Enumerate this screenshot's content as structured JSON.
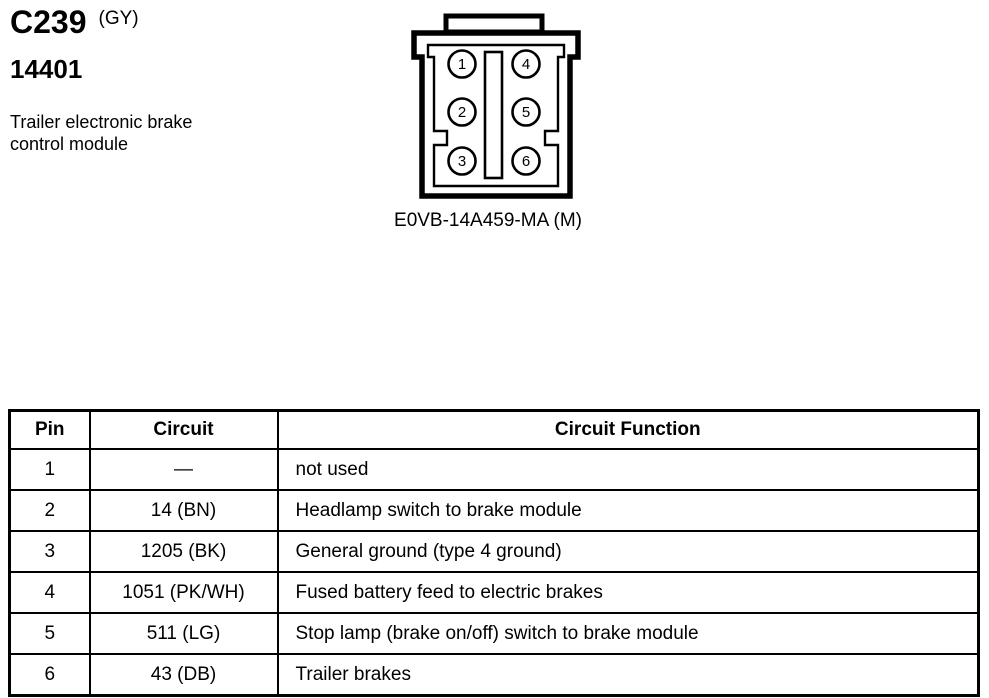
{
  "document": {
    "connector_id": "C239",
    "connector_color": "(GY)",
    "part_number": "14401",
    "description": [
      "Trailer electronic brake",
      "control module"
    ],
    "connector_face_label": "E0VB-14A459-MA (M)",
    "pin_labels": [
      "1",
      "2",
      "3",
      "4",
      "5",
      "6"
    ]
  },
  "colors": {
    "ink": "#000000",
    "paper": "#ffffff"
  },
  "table": {
    "headers": [
      "Pin",
      "Circuit",
      "Circuit Function"
    ],
    "rows": [
      [
        "1",
        "—",
        "not used"
      ],
      [
        "2",
        "14 (BN)",
        "Headlamp switch to brake module"
      ],
      [
        "3",
        "1205 (BK)",
        "General ground (type 4 ground)"
      ],
      [
        "4",
        "1051 (PK/WH)",
        "Fused battery feed to electric brakes"
      ],
      [
        "5",
        "511 (LG)",
        "Stop lamp (brake on/off) switch to brake module"
      ],
      [
        "6",
        "43 (DB)",
        "Trailer brakes"
      ]
    ]
  }
}
